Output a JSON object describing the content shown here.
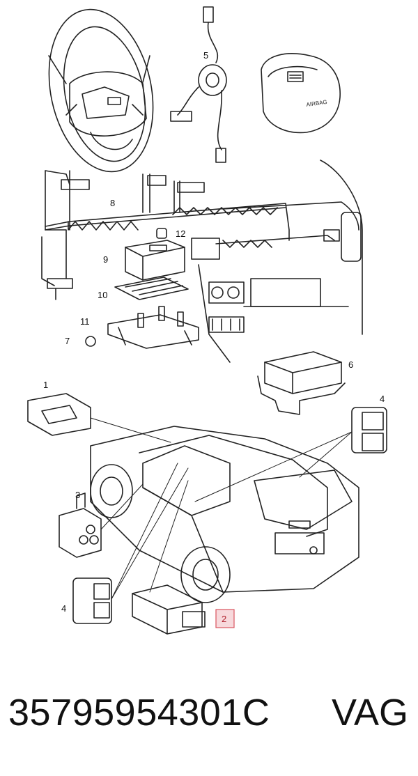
{
  "diagram": {
    "callouts": [
      {
        "id": "5",
        "text": "5",
        "highlighted": false
      },
      {
        "id": "8",
        "text": "8",
        "highlighted": false
      },
      {
        "id": "12",
        "text": "12",
        "highlighted": false
      },
      {
        "id": "9",
        "text": "9",
        "highlighted": false
      },
      {
        "id": "10",
        "text": "10",
        "highlighted": false
      },
      {
        "id": "11",
        "text": "11",
        "highlighted": false
      },
      {
        "id": "7",
        "text": "7",
        "highlighted": false
      },
      {
        "id": "6",
        "text": "6",
        "highlighted": false
      },
      {
        "id": "1",
        "text": "1",
        "highlighted": false
      },
      {
        "id": "4a",
        "text": "4",
        "highlighted": false
      },
      {
        "id": "3",
        "text": "3",
        "highlighted": false
      },
      {
        "id": "4b",
        "text": "4",
        "highlighted": false
      },
      {
        "id": "2",
        "text": "2",
        "highlighted": true
      }
    ],
    "airbag_cover_text": "AIRBAG",
    "highlight_color": "#d9545f"
  },
  "footer": {
    "part_number": "35795954301C",
    "brand": "VAG"
  }
}
